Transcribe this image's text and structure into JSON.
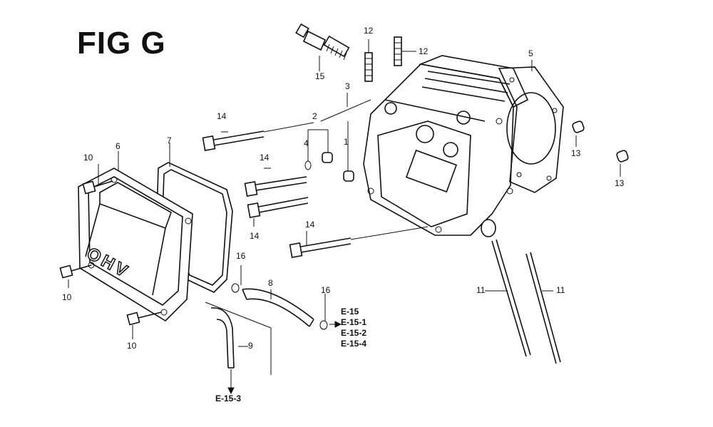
{
  "figure": {
    "title": "FIG G"
  },
  "callouts": {
    "c1": "1",
    "c2": "2",
    "c3": "3",
    "c4": "4",
    "c5": "5",
    "c6": "6",
    "c7": "7",
    "c8": "8",
    "c9": "9",
    "c10a": "10",
    "c10b": "10",
    "c10c": "10",
    "c11a": "11",
    "c11b": "11",
    "c12a": "12",
    "c12b": "12",
    "c13a": "13",
    "c13b": "13",
    "c14a": "14",
    "c14b": "14",
    "c14c": "14",
    "c14d": "14",
    "c15": "15",
    "c16a": "16",
    "c16b": "16"
  },
  "references": {
    "r1": "E-15",
    "r2": "E-15-1",
    "r3": "E-15-2",
    "r4": "E-15-4",
    "r5": "E-15-3"
  },
  "cover_text": "OHV"
}
